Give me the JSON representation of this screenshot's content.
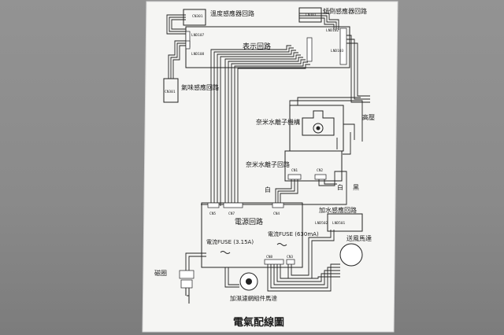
{
  "title": "電氣配線圖",
  "blocks": {
    "temp_circuit": "溫度感應器回路",
    "tilt_circuit": "傾倒感應器回路",
    "display_circuit": "表示回路",
    "odor_circuit": "氣味感應回路",
    "nano_mech": "奈米水離子機構",
    "nano_circuit": "奈米水離子回路",
    "hv": "高壓",
    "power_circuit": "電源回路",
    "fuse1": "電流FUSE (3.15A)",
    "fuse2": "電流FUSE (630mA)",
    "water_circuit": "加水感應回路",
    "blower": "送風馬達",
    "coil": "磁圈",
    "filter_motor": "加濕濾網組件馬達"
  },
  "wire_labels": {
    "white1": "白",
    "white2": "白",
    "black": "黑"
  },
  "connectors": {
    "cn301_top": "CN301",
    "cn301_tilt": "CN301",
    "lnd107": "LND107",
    "lnd108": "LND108",
    "lnd103": "LND103",
    "lnd102": "LND102",
    "cn301_odor": "CN301",
    "cn1_nano": "CN1",
    "cn2_nano": "CN2",
    "cn5": "CN5",
    "cn7": "CN7",
    "cn4": "CN4",
    "lnd502": "LND502",
    "lnd501": "LND501",
    "cn8": "CN8",
    "cn3": "CN3"
  }
}
